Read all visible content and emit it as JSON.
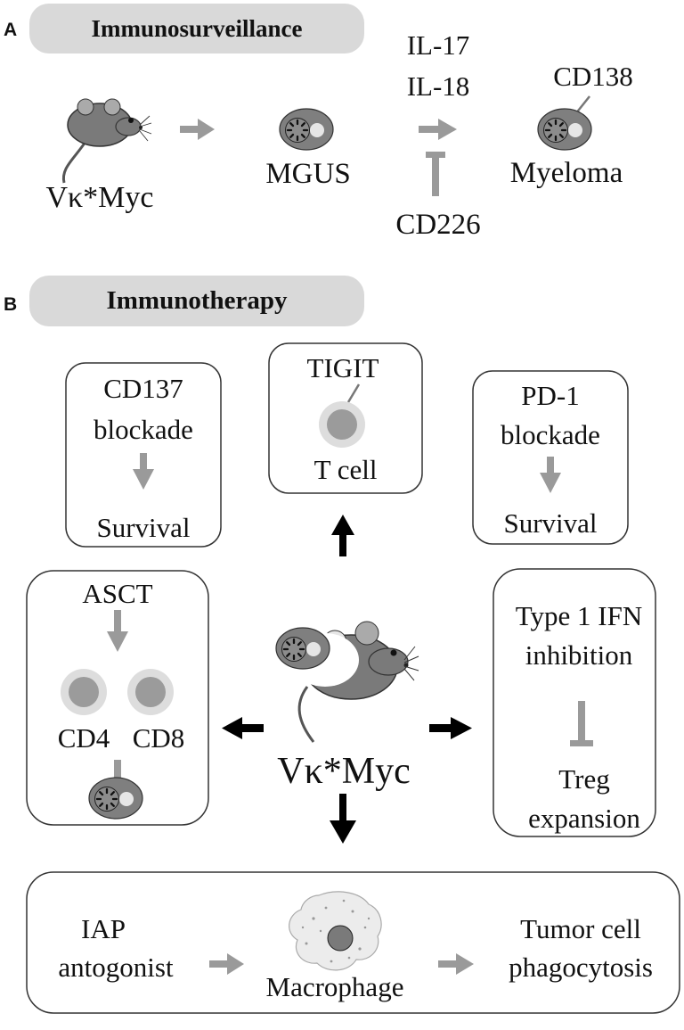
{
  "colors": {
    "arrow_gray": "#9a9a9a",
    "arrow_black": "#000000",
    "pill_fill": "#d9d9d9",
    "cell_body": "#7f7f7f",
    "cell_nucleus": "#8c8c8c",
    "cell_light": "#e6e6e6",
    "t_cell_outer": "#dddddd",
    "t_cell_inner": "#9b9b9b",
    "mouse_body": "#7a7a7a",
    "box_stroke": "#333333"
  },
  "panel_a": {
    "letter": "A",
    "title": "Immunosurveillance",
    "mouse_label": "Vκ*Myc",
    "mgus_label": "MGUS",
    "cytokines": [
      "IL-17",
      "IL-18"
    ],
    "inhibitor_label": "CD226",
    "marker_label": "CD138",
    "myeloma_label": "Myeloma",
    "icons": {
      "mouse": "mouse-icon",
      "plasma_cell": "plasma-cell-icon",
      "arrow": "arrow-right-icon",
      "inhibition": "inhibition-bar-icon"
    }
  },
  "panel_b": {
    "letter": "B",
    "title": "Immunotherapy",
    "center_label": "Vκ*Myc",
    "cd137": {
      "line1": "CD137",
      "line2": "blockade",
      "outcome": "Survival"
    },
    "tigit": {
      "marker": "TIGIT",
      "cell": "T cell"
    },
    "pd1": {
      "line1": "PD-1",
      "line2": "blockade",
      "outcome": "Survival"
    },
    "asct": {
      "title": "ASCT",
      "cells": [
        "CD4",
        "CD8"
      ]
    },
    "ifn": {
      "line1": "Type 1 IFN",
      "line2": "inhibition",
      "outcome_line1": "Treg",
      "outcome_line2": "expansion"
    },
    "bottom": {
      "input_line1": "IAP",
      "input_line2": "antogonist",
      "cell": "Macrophage",
      "output_line1": "Tumor cell",
      "output_line2": "phagocytosis"
    },
    "icons": {
      "mouse": "mouse-icon",
      "plasma_cell": "plasma-cell-icon",
      "t_cell": "t-cell-icon",
      "macrophage": "macrophage-icon",
      "arrow": "arrow-icon",
      "inhibition": "inhibition-bar-icon"
    }
  }
}
